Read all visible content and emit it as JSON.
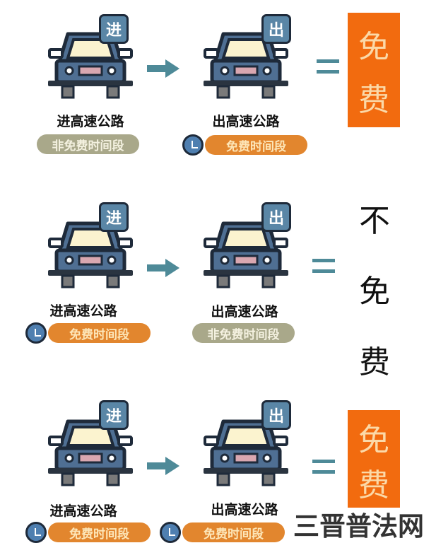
{
  "rows": [
    {
      "entry": {
        "tag": "进",
        "label": "进高速公路",
        "period": "非免费时间段",
        "period_type": "non-free",
        "clock": false
      },
      "exit": {
        "tag": "出",
        "label": "出高速公路",
        "period": "免费时间段",
        "period_type": "free",
        "clock": true
      },
      "result": [
        "免",
        "费"
      ],
      "result_style": "orange-box"
    },
    {
      "entry": {
        "tag": "进",
        "label": "进高速公路",
        "period": "免费时间段",
        "period_type": "free",
        "clock": true
      },
      "exit": {
        "tag": "出",
        "label": "出高速公路",
        "period": "非免费时间段",
        "period_type": "non-free",
        "clock": false
      },
      "result": [
        "不",
        "免",
        "费"
      ],
      "result_style": "plain"
    },
    {
      "entry": {
        "tag": "进",
        "label": "进高速公路",
        "period": "免费时间段",
        "period_type": "free",
        "clock": true
      },
      "exit": {
        "tag": "出",
        "label": "出高速公路",
        "period": "免费时间段",
        "period_type": "free",
        "clock": true
      },
      "result": [
        "免",
        "费"
      ],
      "result_style": "orange-box"
    }
  ],
  "watermark": "三晋普法网",
  "colors": {
    "free_orange": "#f26b0f",
    "pill_orange": "#e2862e",
    "pill_gray": "#a9a88a",
    "car_body": "#4f6f93",
    "arrow": "#4e8a98"
  }
}
